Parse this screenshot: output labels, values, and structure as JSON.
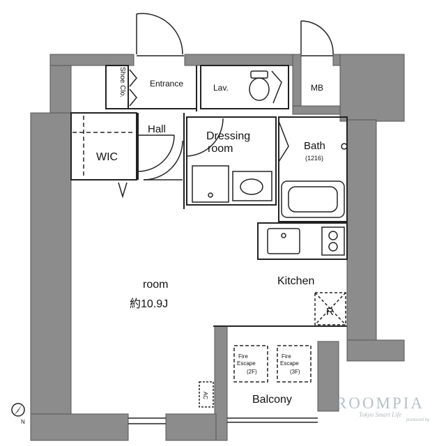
{
  "rooms": {
    "shoe_closet": "Shoe Clo.",
    "entrance": "Entrance",
    "lavatory": "Lav.",
    "mb": "MB",
    "hall": "Hall",
    "wic": "WIC",
    "dressing_line1": "Dressing",
    "dressing_line2": "room",
    "bath": "Bath",
    "bath_size": "(1216)",
    "room": "room",
    "room_size": "約10.9J",
    "kitchen": "Kitchen",
    "refrigerator": "R",
    "balcony": "Balcony",
    "air_conditioner": "AC"
  },
  "fire_escapes": [
    {
      "line1": "Fire",
      "line2": "Escape",
      "floor": "(2F)"
    },
    {
      "line1": "Fire",
      "line2": "Escape",
      "floor": "(3F)"
    }
  ],
  "compass": {
    "label": "N"
  },
  "watermark": {
    "brand": "ROOMPIA",
    "tagline": "Tokyo Smart Life",
    "produced": "produced by"
  },
  "colors": {
    "wall": "#8c8c8c",
    "line": "#222222",
    "background": "#ffffff"
  }
}
